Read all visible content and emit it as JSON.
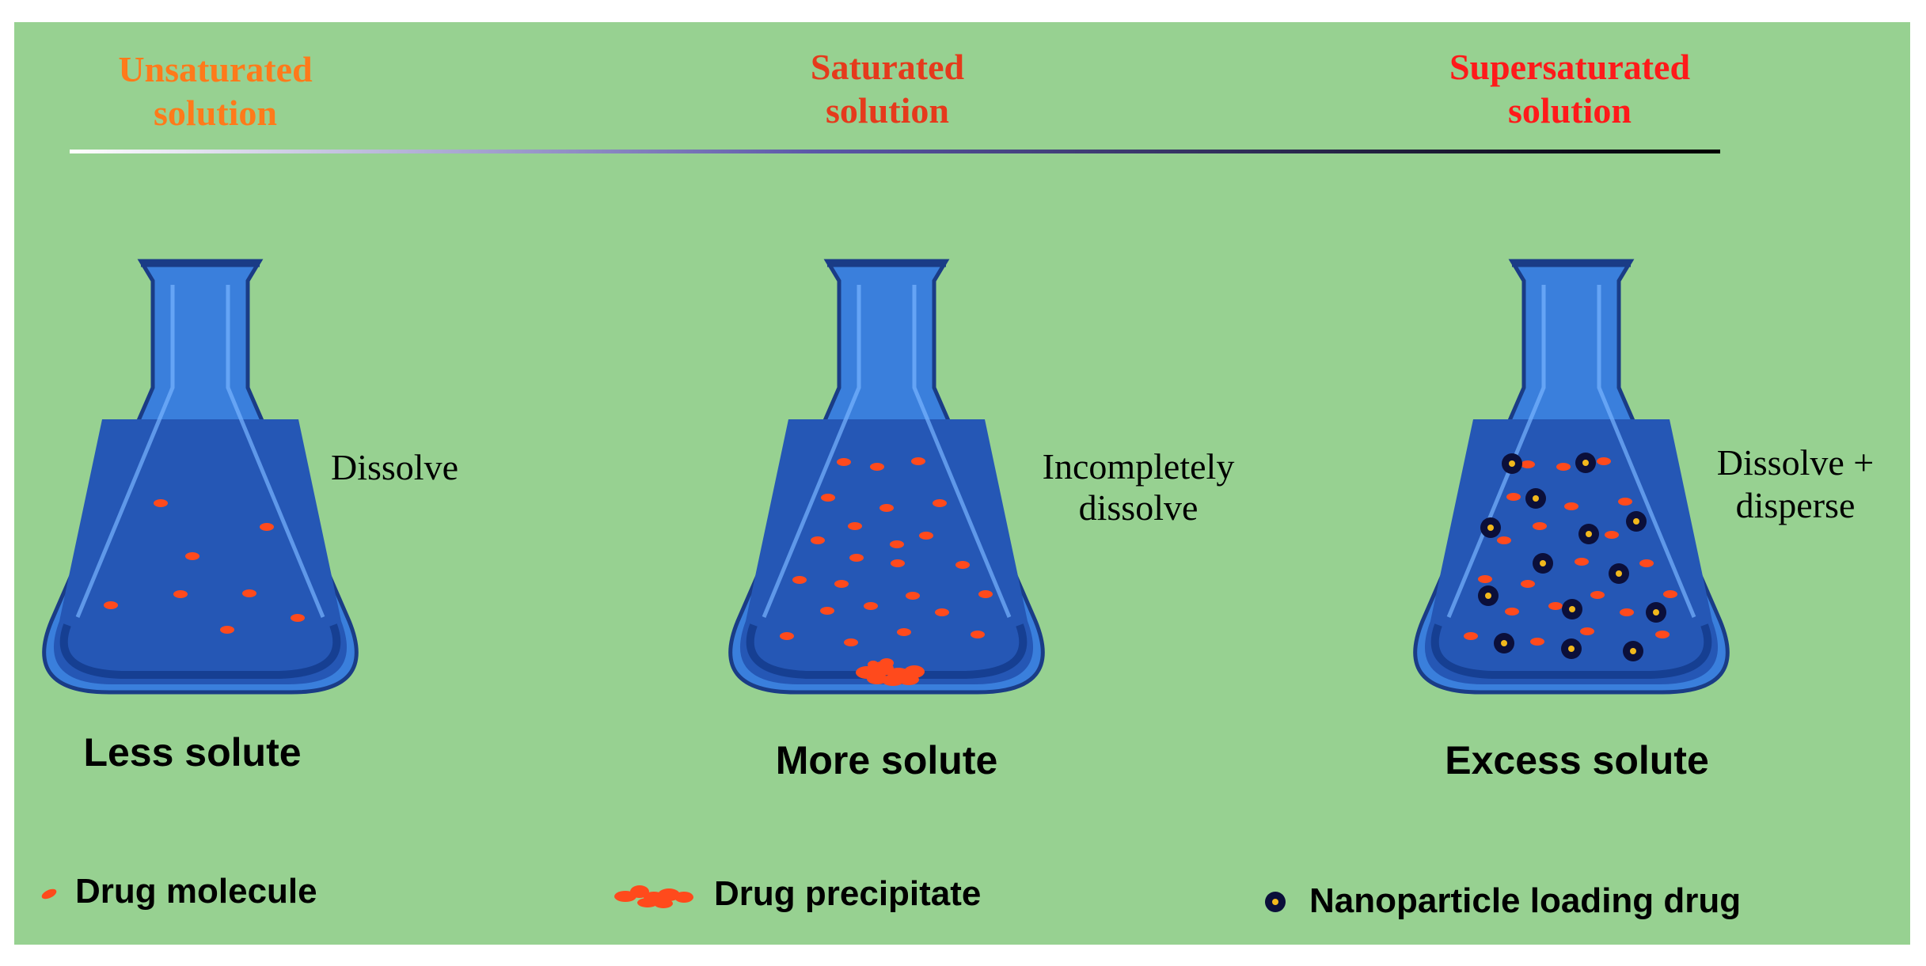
{
  "colors": {
    "background": "#97d191",
    "flask": "#3a7fdc",
    "flask_outline": "#1a3c86",
    "liquid": "#2557b5",
    "liquid_dark": "#163f92",
    "drug_molecule": "#ff4a1c",
    "nanoparticle": "#0b0f3a",
    "nanoparticle_core": "#f2b81c",
    "title_unsaturated": "#ff7a1a",
    "title_saturated": "#e53a1c",
    "title_supersaturated": "#ff1a1a"
  },
  "headers": {
    "unsaturated": {
      "line1": "Unsaturated",
      "line2": "solution"
    },
    "saturated": {
      "line1": "Saturated",
      "line2": "solution"
    },
    "supersaturated": {
      "line1": "Supersaturated",
      "line2": "solution"
    }
  },
  "flasks": {
    "left": {
      "side_label": "Dissolve",
      "caption": "Less solute"
    },
    "middle": {
      "side_label_line1": "Incompletely",
      "side_label_line2": "dissolve",
      "caption": "More solute"
    },
    "right": {
      "side_label_line1": "Dissolve +",
      "side_label_line2": "disperse",
      "caption": "Excess solute"
    }
  },
  "legend": {
    "molecule": "Drug molecule",
    "precipitate": "Drug precipitate",
    "nanoparticle": "Nanoparticle loading drug"
  }
}
